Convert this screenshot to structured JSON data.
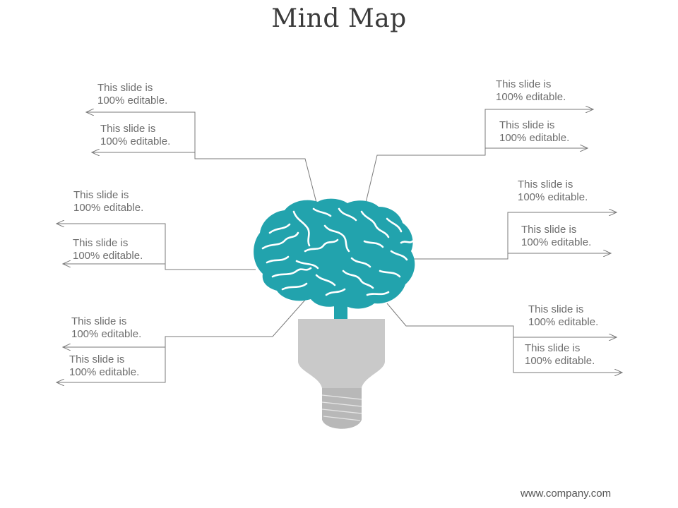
{
  "slide": {
    "title": "Mind Map",
    "footer": "www.company.com"
  },
  "colors": {
    "brain": "#22a3ad",
    "bulb": "#c9c9c9",
    "base": "#b8b8b8",
    "connector": "#7a7a7a"
  },
  "nodes": [
    {
      "line1": "This slide is",
      "line2": "100% editable."
    },
    {
      "line1": "This slide is",
      "line2": "100% editable."
    },
    {
      "line1": "This slide is",
      "line2": "100% editable."
    },
    {
      "line1": "This slide is",
      "line2": "100% editable."
    },
    {
      "line1": "This slide is",
      "line2": "100% editable."
    },
    {
      "line1": "This slide is",
      "line2": "100% editable."
    },
    {
      "line1": "This slide is",
      "line2": "100% editable."
    },
    {
      "line1": "This slide is",
      "line2": "100% editable."
    },
    {
      "line1": "This slide is",
      "line2": "100% editable."
    },
    {
      "line1": "This slide is",
      "line2": "100% editable."
    },
    {
      "line1": "This slide is",
      "line2": "100% editable."
    },
    {
      "line1": "This slide is",
      "line2": "100% editable."
    }
  ]
}
